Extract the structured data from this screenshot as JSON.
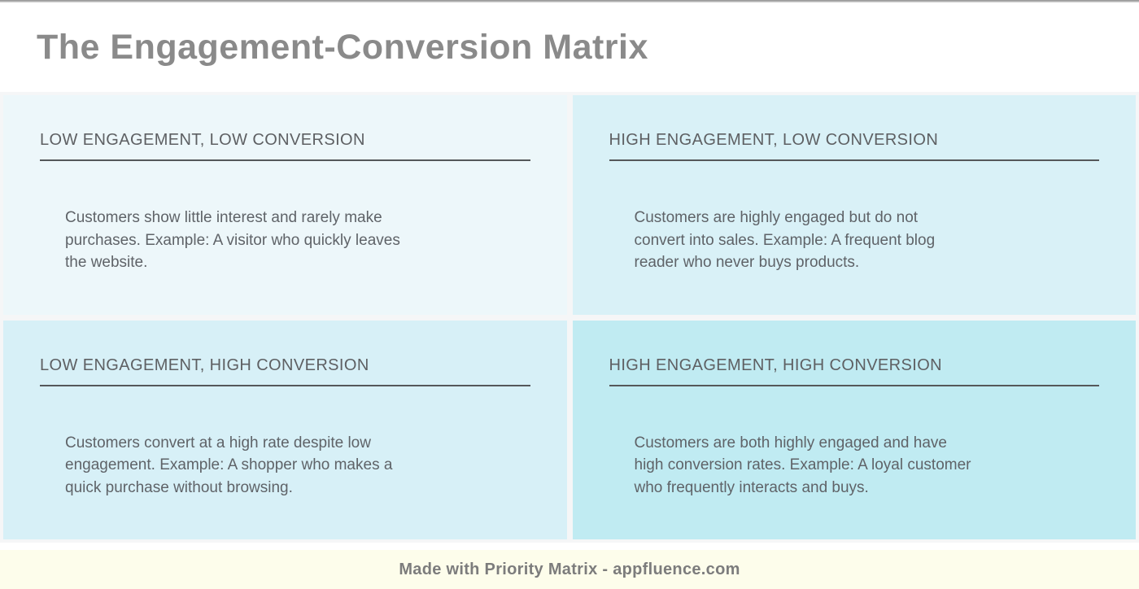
{
  "page": {
    "title": "The Engagement-Conversion Matrix"
  },
  "matrix": {
    "quadrants": [
      {
        "position": "top-left",
        "heading": "LOW ENGAGEMENT, LOW CONVERSION",
        "body": "Customers show little interest and rarely make\npurchases. Example: A visitor who quickly leaves\nthe website.",
        "bg": "#edf7fa"
      },
      {
        "position": "top-right",
        "heading": "HIGH ENGAGEMENT, LOW CONVERSION",
        "body": "Customers are highly engaged but do not\nconvert into sales. Example: A frequent blog\nreader who never buys products.",
        "bg": "#d9f1f7"
      },
      {
        "position": "bottom-left",
        "heading": "LOW ENGAGEMENT, HIGH CONVERSION",
        "body": "Customers convert at a high rate despite low\nengagement. Example: A shopper who makes a\nquick purchase without browsing.",
        "bg": "#d7f0f7"
      },
      {
        "position": "bottom-right",
        "heading": "HIGH ENGAGEMENT, HIGH CONVERSION",
        "body": "Customers are both highly engaged and have\nhigh conversion rates. Example: A loyal customer\nwho frequently interacts and buys.",
        "bg": "#c0ebf2"
      }
    ]
  },
  "footer": {
    "text": "Made with Priority Matrix - appfluence.com",
    "bg": "#fdfdeb"
  },
  "colors": {
    "title_text": "#8a8a8a",
    "heading_text": "#5e6063",
    "body_text": "#5f6368",
    "heading_underline": "#55585a",
    "grid_gutter": "#f5f6f7",
    "footer_text": "#7c7c7c",
    "top_edge": "#8e8e8e"
  }
}
